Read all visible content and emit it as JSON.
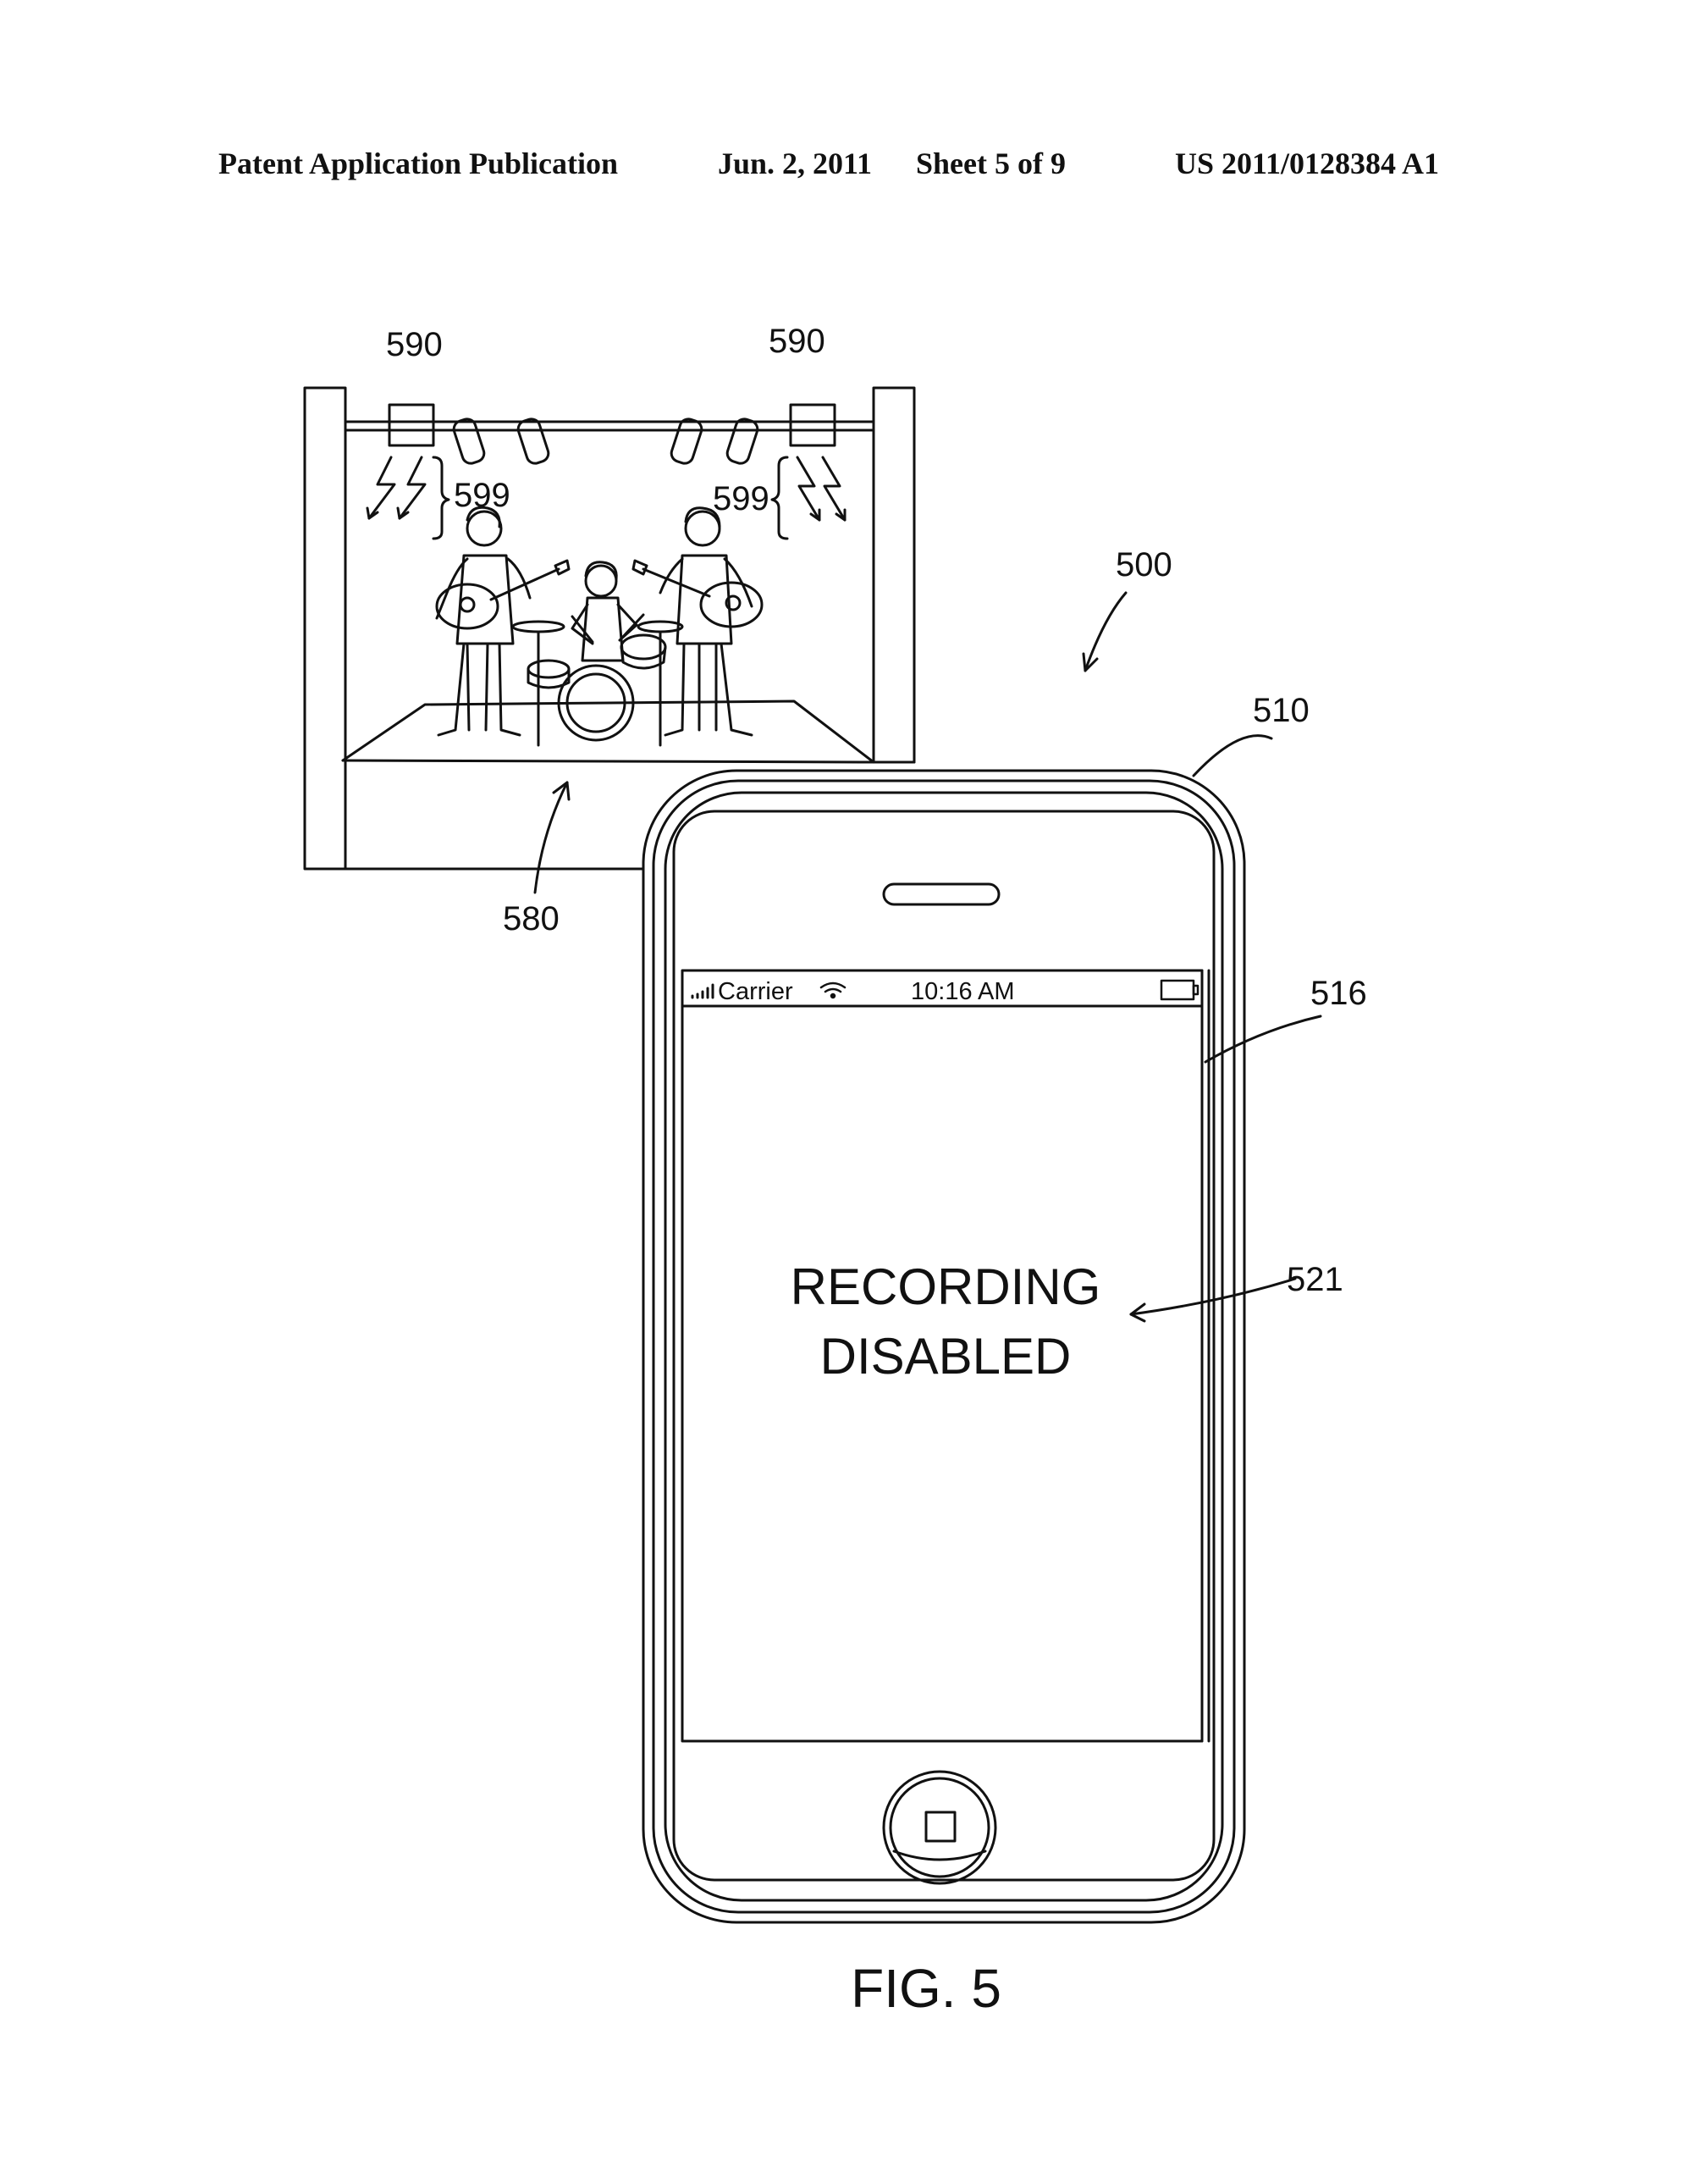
{
  "header": {
    "left": "Patent Application Publication",
    "date": "Jun. 2, 2011",
    "sheet": "Sheet 5 of 9",
    "number": "US 2011/0128384 A1"
  },
  "labels": {
    "system": "500",
    "device": "510",
    "display": "516",
    "message_ref": "521",
    "stage": "580",
    "emitter_left": "590",
    "emitter_right": "590",
    "signal_left": "599",
    "signal_right": "599"
  },
  "status_bar": {
    "carrier": "Carrier",
    "time": "10:16 AM"
  },
  "screen": {
    "line1": "RECORDING",
    "line2": "DISABLED"
  },
  "figure_caption": "FIG. 5",
  "icons": [
    "signal-bars-icon",
    "wifi-icon",
    "battery-icon",
    "home-button-icon",
    "speaker-slot-icon"
  ]
}
